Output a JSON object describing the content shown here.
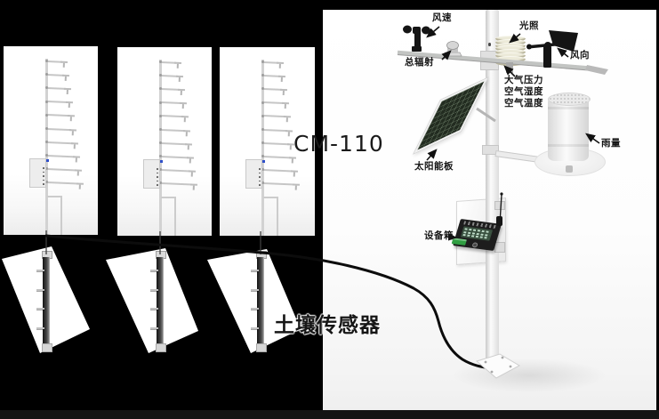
{
  "scene": {
    "model_label": "CM-110",
    "soil_sensor_label": "土壤传感器"
  },
  "station_labels": {
    "wind_speed": "风速",
    "light": "光照",
    "wind_direction": "风向",
    "total_radiation": "总辐射",
    "air_pressure": "大气压力",
    "air_humidity": "空气湿度",
    "air_temperature": "空气温度",
    "solar_panel": "太阳能板",
    "rain_gauge": "雨量",
    "equipment_box": "设备箱"
  },
  "structure": {
    "tower_count": 3,
    "arms_per_tower": 10,
    "soil_probe_count": 3,
    "pins_per_probe": 4,
    "shield_plate_count": 8
  },
  "colors": {
    "background": "#000000",
    "photo_white": "#ffffff",
    "hardware_black": "#161616",
    "solar_cells": "#222b20",
    "terminal_green": "#2f9e41",
    "chip_blue": "#3050c8",
    "shield_cream": "#ecead9"
  }
}
